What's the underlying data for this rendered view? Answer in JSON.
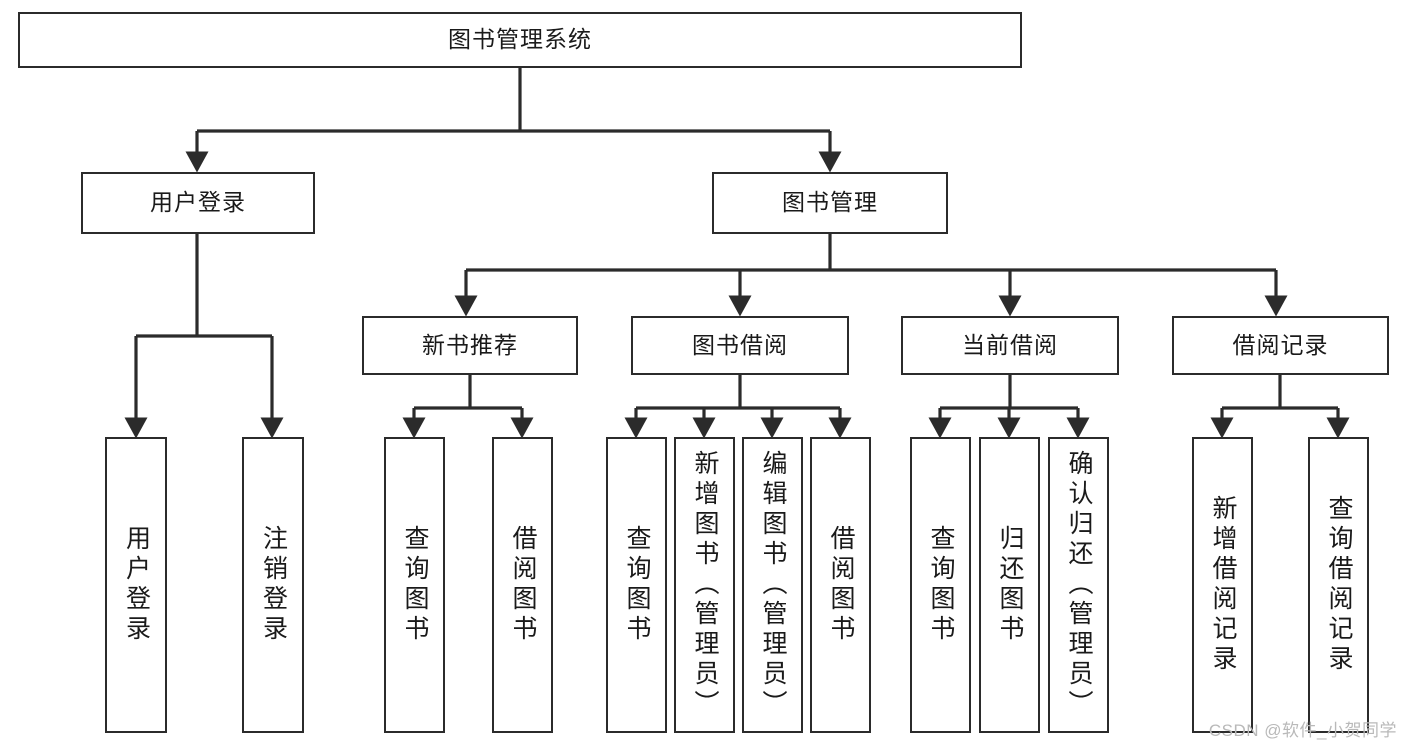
{
  "diagram": {
    "type": "tree-hierarchy-chart",
    "title": "图书管理系统",
    "root": {
      "label": "图书管理系统"
    },
    "level2": [
      {
        "label": "用户登录"
      },
      {
        "label": "图书管理"
      }
    ],
    "level3": [
      {
        "label": "新书推荐"
      },
      {
        "label": "图书借阅"
      },
      {
        "label": "当前借阅"
      },
      {
        "label": "借阅记录"
      }
    ],
    "leaves": {
      "user_login": [
        {
          "label": "用户登录"
        },
        {
          "label": "注销登录"
        }
      ],
      "new_book_recommend": [
        {
          "label": "查询图书"
        },
        {
          "label": "借阅图书"
        }
      ],
      "book_borrow": [
        {
          "label": "查询图书"
        },
        {
          "label": "新增图书（管理员）"
        },
        {
          "label": "编辑图书（管理员）"
        },
        {
          "label": "借阅图书"
        }
      ],
      "current_borrow": [
        {
          "label": "查询图书"
        },
        {
          "label": "归还图书"
        },
        {
          "label": "确认归还（管理员）"
        }
      ],
      "borrow_records": [
        {
          "label": "新增借阅记录"
        },
        {
          "label": "查询借阅记录"
        }
      ]
    }
  },
  "watermark": {
    "text": "CSDN @软件_小贺同学"
  },
  "colors": {
    "stroke": "#2b2b2b",
    "background": "#ffffff",
    "text": "#1a1a1a",
    "watermark": "#b9b9b9"
  }
}
